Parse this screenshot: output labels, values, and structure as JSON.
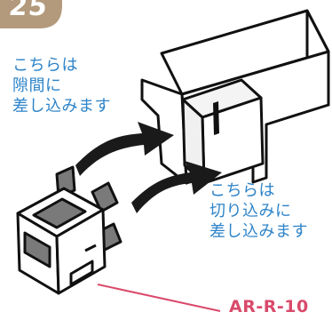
{
  "step": {
    "number": "25"
  },
  "labels": {
    "gap_instruction": "こちらは\n隙間に\n差し込みます",
    "notch_instruction": "こちらは\n切り込みに\n差し込みます"
  },
  "part": {
    "code": "AR-R-10"
  },
  "colors": {
    "badge": "#b39a7c",
    "label_text": "#2e84c9",
    "part_code": "#d94a6b",
    "part_fill": "#777777",
    "arrow": "#1a1a1a"
  }
}
